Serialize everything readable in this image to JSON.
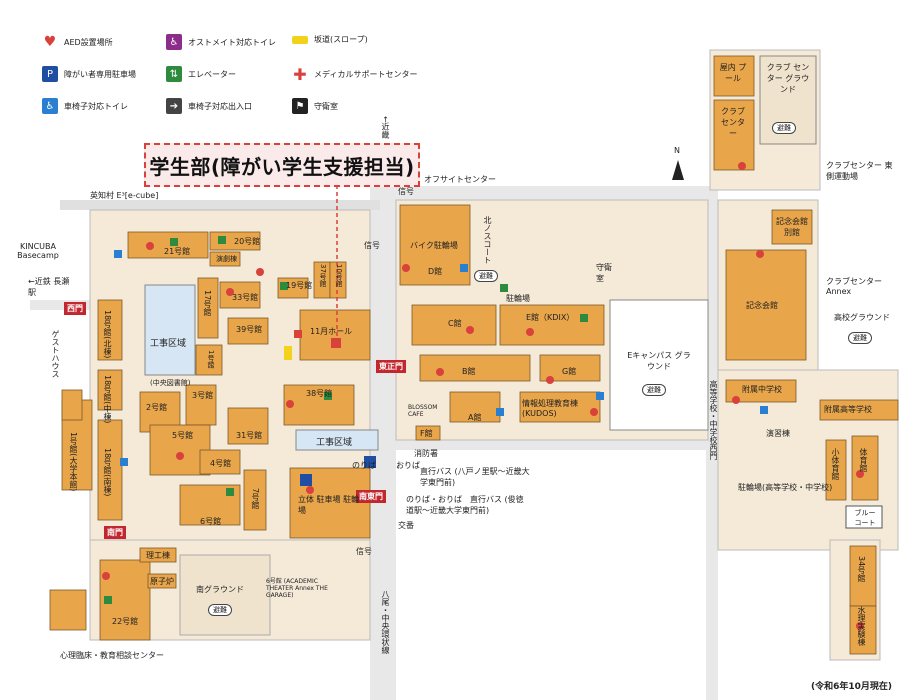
{
  "legend": [
    {
      "icon": "aed-heart-icon",
      "label": "AED設置場所",
      "color": "#d9413b"
    },
    {
      "icon": "ostomate-toilet-icon",
      "label": "オストメイト対応トイレ",
      "color": "#8c2d8c"
    },
    {
      "icon": "slope-icon",
      "label": "坂道(スロープ)",
      "color": "#f2d21b"
    },
    {
      "icon": "parking-icon",
      "label": "障がい者専用駐車場",
      "color": "#1f4ea3"
    },
    {
      "icon": "elevator-icon",
      "label": "エレベーター",
      "color": "#2e8b3d"
    },
    {
      "icon": "medical-cross-icon",
      "label": "メディカルサポートセンター",
      "color": "#d9413b"
    },
    {
      "icon": "wheelchair-toilet-icon",
      "label": "車椅子対応トイレ",
      "color": "#2a7fd1"
    },
    {
      "icon": "arrow-right-icon",
      "label": "車椅子対応出入口",
      "color": "#444444"
    },
    {
      "icon": "guard-icon",
      "label": "守衛室",
      "color": "#222222"
    }
  ],
  "title": "学生部(障がい学生支援担当)",
  "date": "(令和6年10月現在)",
  "labels": {
    "eisonmura": "英知村 E³[e-cube]",
    "kincuba": "KINCUBA Basecamp",
    "kintetsu_nagase": "←近鉄 長瀬駅",
    "nishimon": "西門",
    "guesthouse": "ゲストハウス",
    "offsite": "オフサイトセンター",
    "bike": "バイク駐輪場",
    "dkan": "D館",
    "kitascore": "北ノスコート",
    "hinan": "避難",
    "shuei": "守衛室",
    "churinjo": "駐輪場",
    "ckan": "C館",
    "ekan": "E館（KDIX）",
    "ecampus": "Eキャンパス グラウンド",
    "bkan": "B館",
    "gkan": "G館",
    "akan": "A館",
    "fkan": "F館",
    "info": "情報処理教育棟 (KUDOS)",
    "blossom": "BLOSSOM CAFE",
    "higashikanmon": "東正門",
    "minamihigashimon": "南東門",
    "minamimon": "南門",
    "kojikuiki1": "工事区域",
    "kojikuiki2": "工事区域",
    "kan11": "11月ホール",
    "kan21": "21号館",
    "kan20": "20号館",
    "engeki": "演劇棟",
    "kan33": "33号館",
    "kan19": "19号館",
    "kan37": "37号館",
    "kan10": "10号館",
    "kan39": "39号館",
    "kan17": "17号館",
    "kan18n": "18号館(北棟)",
    "kan18c": "18号館(中棟)",
    "kan18s": "18号館(南棟)",
    "kan1": "1号館(大学本館)",
    "kan2": "2号館",
    "kan3": "3号館",
    "kan5": "5号館",
    "kan4": "4号館",
    "kan6": "6号館",
    "kan7": "7号館",
    "kan31": "31号館",
    "kan38": "38号館",
    "kan22": "22号館",
    "central_lib": "(中央図書館)",
    "bldg_mid": "1号館",
    "rikou": "理工棟",
    "genshiro": "原子炉",
    "minami_ground": "南グラウンド",
    "kan6_theater": "6号館 (ACADEMIC THEATER Annex THE GARAGE)",
    "shinri": "心理臨床・教育相談センター",
    "ritai": "立体 駐車場 駐輪場",
    "noriba": "のりば",
    "oriba": "おりば",
    "bus1": "直行バス (八戸ノ里駅～近畿大学東門前)",
    "bus2": "のりば・おりば　直行バス (俊徳道駅～近畿大学東門前)",
    "shobosho": "消防署",
    "koban": "交番",
    "shingo": "信号",
    "yao": "八尾・中央環状線",
    "kinki_road": "←近畿",
    "kuinai_pool": "屋内 プール",
    "club_center": "クラブ センター",
    "club_center_ground": "クラブ センター グラウンド",
    "club_east": "クラブセンター 東側運動場",
    "club_annex": "クラブセンター Annex",
    "kinen_bekkan": "記念会館 別館",
    "kinen": "記念会館",
    "koko_ground": "高校グラウンド",
    "fuzoku_chu": "附属中学校",
    "fuzoku_ko": "附属高等学校",
    "enshu": "演習棟",
    "chushougakkan": "小体育館",
    "taiikukan": "体育館",
    "blue_court": "ブルー コート",
    "churinjo_school": "駐輪場(高等学校・中学校)",
    "koko_nishimon": "高等学校・中学校西門",
    "kan34": "34号館",
    "suiri": "水理実験棟",
    "north": "N"
  }
}
